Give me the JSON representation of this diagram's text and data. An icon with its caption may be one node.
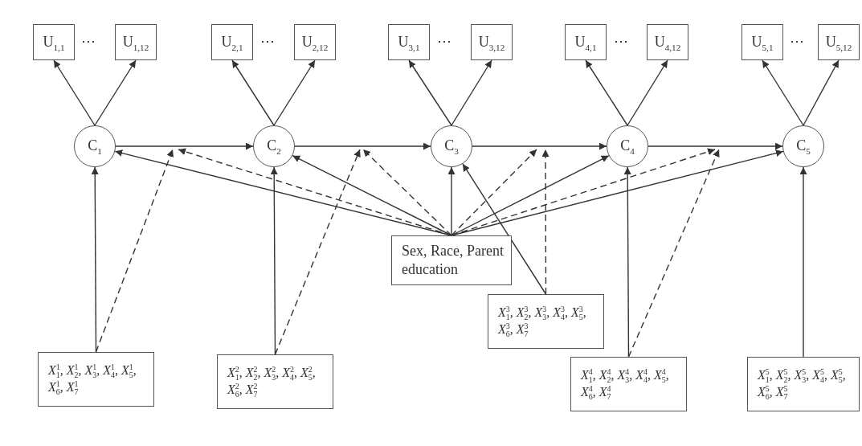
{
  "diagram": {
    "nodes": [
      {
        "text": [
          "U$_{1,1}$"
        ]
      },
      {
        "text": [
          "U$_{1,12}$"
        ]
      },
      {
        "text": [
          "U$_{2,1}$"
        ]
      },
      {
        "text": [
          "U$_{2,12}$"
        ]
      },
      {
        "text": [
          "U$_{3,1}$"
        ]
      },
      {
        "text": [
          "U$_{3,12}$"
        ]
      },
      {
        "text": [
          "U$_{4,1}$"
        ]
      },
      {
        "text": [
          "U$_{4,12}$"
        ]
      },
      {
        "text": [
          "U$_{5,1}$"
        ]
      },
      {
        "text": [
          "U$_{5,12}$"
        ]
      },
      {
        "text": [
          "C$_{1}$"
        ]
      },
      {
        "text": [
          "C$_{2}$"
        ]
      },
      {
        "text": [
          "C$_{3}$"
        ]
      },
      {
        "text": [
          "C$_{4}$"
        ]
      },
      {
        "text": [
          "C$_{5}$"
        ]
      },
      {
        "text": [
          "Sex, Race, Parent education"
        ]
      },
      {
        "text": [
          "*X*$_{1}$$^{1}$, *X*$_{2}$$^{1}$, *X*$_{3}$$^{1}$, *X*$_{4}$$^{1}$, *X*$_{5}$$^{1}$, *X*$_{6}$$^{1}$, *X*$_{7}$$^{1}$"
        ]
      },
      {
        "text": [
          "*X*$_{1}$$^{2}$, *X*$_{2}$$^{2}$, *X*$_{3}$$^{2}$, *X*$_{4}$$^{2}$, *X*$_{5}$$^{2}$, *X*$_{6}$$^{2}$, *X*$_{7}$$^{2}$"
        ]
      },
      {
        "text": [
          "*X*$_{1}$$^{3}$, *X*$_{2}$$^{3}$, *X*$_{3}$$^{3}$, *X*$_{4}$$^{3}$, *X*$_{5}$$^{3}$, *X*$_{6}$$^{3}$, *X*$_{7}$$^{3}$"
        ]
      },
      {
        "text": [
          "*X*$_{1}$$^{4}$, *X*$_{2}$$^{4}$, *X*$_{3}$$^{4}$, *X*$_{4}$$^{4}$, *X*$_{5}$$^{4}$, *X*$_{6}$$^{4}$, *X*$_{7}$$^{4}$"
        ]
      },
      {
        "text": [
          "*X*$_{1}$$^{5}$, *X*$_{2}$$^{5}$, *X*$_{3}$$^{5}$, *X*$_{4}$$^{5}$, *X*$_{5}$$^{5}$, *X*$_{6}$$^{5}$, *X*$_{7}$$^{5}$"
        ]
      }
    ],
    "edges": [
      {
        "from": 10,
        "to": 0,
        "arrow": "to"
      },
      {
        "from": 10,
        "to": 1,
        "arrow": "to"
      },
      {
        "from": 11,
        "to": 2,
        "arrow": "to"
      },
      {
        "from": 11,
        "to": 3,
        "arrow": "to"
      },
      {
        "from": 12,
        "to": 4,
        "arrow": "to"
      },
      {
        "from": 12,
        "to": 5,
        "arrow": "to"
      },
      {
        "from": 13,
        "to": 6,
        "arrow": "to"
      },
      {
        "from": 13,
        "to": 7,
        "arrow": "to"
      },
      {
        "from": 14,
        "to": 8,
        "arrow": "to"
      },
      {
        "from": 14,
        "to": 9,
        "arrow": "to"
      },
      {
        "from": 10,
        "to": 11,
        "arrow": "to"
      },
      {
        "from": 11,
        "to": 12,
        "arrow": "to"
      },
      {
        "from": 12,
        "to": 13,
        "arrow": "to"
      },
      {
        "from": 13,
        "to": 14,
        "arrow": "to"
      },
      {
        "from": 15,
        "to": 10,
        "arrow": "to"
      },
      {
        "from": 15,
        "to": 11,
        "arrow": "to"
      },
      {
        "from": 15,
        "to": 12,
        "arrow": "to"
      },
      {
        "from": 15,
        "to": 13,
        "arrow": "to"
      },
      {
        "from": 15,
        "to": 14,
        "arrow": "to"
      },
      {
        "from": 16,
        "to": 10,
        "arrow": "to"
      },
      {
        "from": 17,
        "to": 11,
        "arrow": "to"
      },
      {
        "from": 18,
        "to": 12,
        "arrow": "to"
      },
      {
        "from": 19,
        "to": 13,
        "arrow": "to"
      },
      {
        "from": 20,
        "to": 14,
        "arrow": "to"
      },
      {
        "from": 16,
        "to": null,
        "arrow": "to",
        "style": "dashed"
      },
      {
        "from": 17,
        "to": null,
        "arrow": "to",
        "style": "dashed"
      },
      {
        "from": 18,
        "to": null,
        "arrow": "to",
        "style": "dashed"
      },
      {
        "from": 19,
        "to": null,
        "arrow": "to",
        "style": "dashed"
      },
      {
        "from": 15,
        "to": null,
        "arrow": "to",
        "style": "dashed"
      },
      {
        "from": 15,
        "to": null,
        "arrow": "to",
        "style": "dashed"
      },
      {
        "from": 15,
        "to": null,
        "arrow": "to",
        "style": "dashed"
      },
      {
        "from": 15,
        "to": null,
        "arrow": "to",
        "style": "dashed"
      }
    ],
    "labels": [
      "⋯",
      "⋯",
      "⋯",
      "⋯",
      "⋯"
    ]
  }
}
